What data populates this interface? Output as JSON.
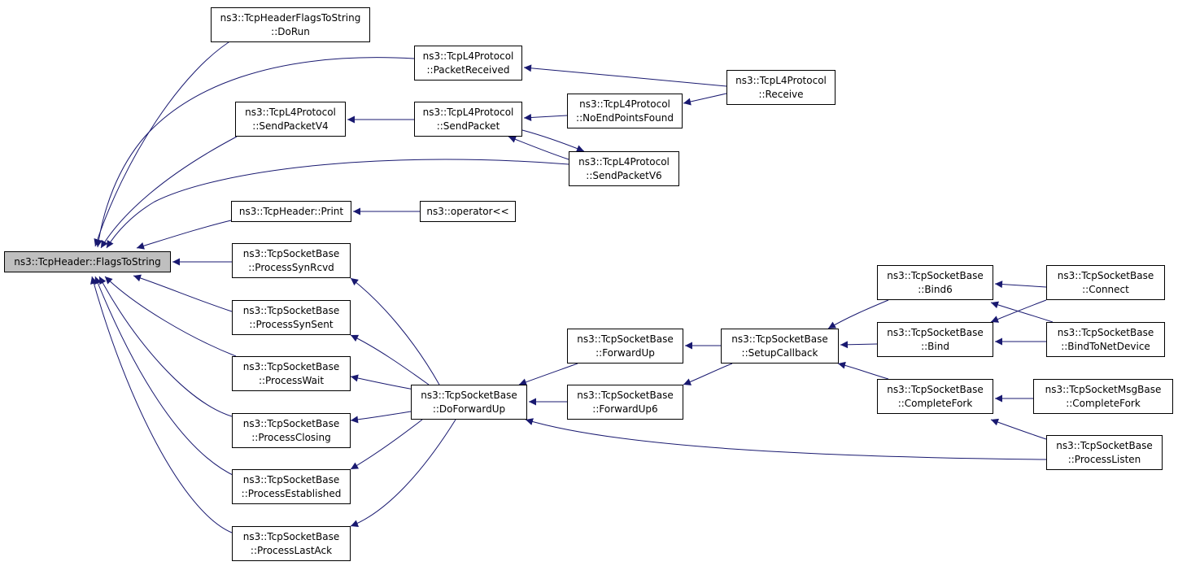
{
  "colors": {
    "edge": "#191970",
    "node_border": "#000000",
    "node_fill": "#ffffff",
    "root_fill": "#bfbfbf"
  },
  "nodes": [
    {
      "id": "root",
      "lines": [
        "ns3::TcpHeader::FlagsToString"
      ],
      "root": true
    },
    {
      "id": "dorun",
      "lines": [
        "ns3::TcpHeaderFlagsToString",
        "::DoRun"
      ]
    },
    {
      "id": "pktrecv",
      "lines": [
        "ns3::TcpL4Protocol",
        "::PacketReceived"
      ]
    },
    {
      "id": "receive",
      "lines": [
        "ns3::TcpL4Protocol",
        "::Receive"
      ]
    },
    {
      "id": "sendv4",
      "lines": [
        "ns3::TcpL4Protocol",
        "::SendPacketV4"
      ]
    },
    {
      "id": "sendpkt",
      "lines": [
        "ns3::TcpL4Protocol",
        "::SendPacket"
      ]
    },
    {
      "id": "noend",
      "lines": [
        "ns3::TcpL4Protocol",
        "::NoEndPointsFound"
      ]
    },
    {
      "id": "sendv6",
      "lines": [
        "ns3::TcpL4Protocol",
        "::SendPacketV6"
      ]
    },
    {
      "id": "print",
      "lines": [
        "ns3::TcpHeader::Print"
      ]
    },
    {
      "id": "operator",
      "lines": [
        "ns3::operator<<"
      ]
    },
    {
      "id": "synrcvd",
      "lines": [
        "ns3::TcpSocketBase",
        "::ProcessSynRcvd"
      ]
    },
    {
      "id": "synsent",
      "lines": [
        "ns3::TcpSocketBase",
        "::ProcessSynSent"
      ]
    },
    {
      "id": "wait",
      "lines": [
        "ns3::TcpSocketBase",
        "::ProcessWait"
      ]
    },
    {
      "id": "closing",
      "lines": [
        "ns3::TcpSocketBase",
        "::ProcessClosing"
      ]
    },
    {
      "id": "established",
      "lines": [
        "ns3::TcpSocketBase",
        "::ProcessEstablished"
      ]
    },
    {
      "id": "lastack",
      "lines": [
        "ns3::TcpSocketBase",
        "::ProcessLastAck"
      ]
    },
    {
      "id": "doforward",
      "lines": [
        "ns3::TcpSocketBase",
        "::DoForwardUp"
      ]
    },
    {
      "id": "forwardup",
      "lines": [
        "ns3::TcpSocketBase",
        "::ForwardUp"
      ]
    },
    {
      "id": "forwardup6",
      "lines": [
        "ns3::TcpSocketBase",
        "::ForwardUp6"
      ]
    },
    {
      "id": "setupcb",
      "lines": [
        "ns3::TcpSocketBase",
        "::SetupCallback"
      ]
    },
    {
      "id": "bind6",
      "lines": [
        "ns3::TcpSocketBase",
        "::Bind6"
      ]
    },
    {
      "id": "bind",
      "lines": [
        "ns3::TcpSocketBase",
        "::Bind"
      ]
    },
    {
      "id": "completefork",
      "lines": [
        "ns3::TcpSocketBase",
        "::CompleteFork"
      ]
    },
    {
      "id": "connect",
      "lines": [
        "ns3::TcpSocketBase",
        "::Connect"
      ]
    },
    {
      "id": "bindnet",
      "lines": [
        "ns3::TcpSocketBase",
        "::BindToNetDevice"
      ]
    },
    {
      "id": "msgfork",
      "lines": [
        "ns3::TcpSocketMsgBase",
        "::CompleteFork"
      ]
    },
    {
      "id": "listen",
      "lines": [
        "ns3::TcpSocketBase",
        "::ProcessListen"
      ]
    }
  ],
  "edges": [
    {
      "from": "dorun",
      "to": "root"
    },
    {
      "from": "pktrecv",
      "to": "root"
    },
    {
      "from": "sendv4",
      "to": "root"
    },
    {
      "from": "sendv6",
      "to": "root"
    },
    {
      "from": "print",
      "to": "root"
    },
    {
      "from": "synrcvd",
      "to": "root"
    },
    {
      "from": "synsent",
      "to": "root"
    },
    {
      "from": "wait",
      "to": "root"
    },
    {
      "from": "closing",
      "to": "root"
    },
    {
      "from": "established",
      "to": "root"
    },
    {
      "from": "lastack",
      "to": "root"
    },
    {
      "from": "receive",
      "to": "pktrecv"
    },
    {
      "from": "sendpkt",
      "to": "sendv4"
    },
    {
      "from": "noend",
      "to": "sendpkt"
    },
    {
      "from": "sendv6",
      "to": "sendpkt"
    },
    {
      "from": "sendpkt",
      "to": "sendv6"
    },
    {
      "from": "receive",
      "to": "noend"
    },
    {
      "from": "operator",
      "to": "print"
    },
    {
      "from": "doforward",
      "to": "synrcvd"
    },
    {
      "from": "doforward",
      "to": "synsent"
    },
    {
      "from": "doforward",
      "to": "wait"
    },
    {
      "from": "doforward",
      "to": "closing"
    },
    {
      "from": "doforward",
      "to": "established"
    },
    {
      "from": "doforward",
      "to": "lastack"
    },
    {
      "from": "forwardup",
      "to": "doforward"
    },
    {
      "from": "forwardup6",
      "to": "doforward"
    },
    {
      "from": "listen",
      "to": "doforward"
    },
    {
      "from": "setupcb",
      "to": "forwardup"
    },
    {
      "from": "setupcb",
      "to": "forwardup6"
    },
    {
      "from": "bind6",
      "to": "setupcb"
    },
    {
      "from": "bind",
      "to": "setupcb"
    },
    {
      "from": "completefork",
      "to": "setupcb"
    },
    {
      "from": "connect",
      "to": "bind6"
    },
    {
      "from": "bindnet",
      "to": "bind6"
    },
    {
      "from": "connect",
      "to": "bind"
    },
    {
      "from": "bindnet",
      "to": "bind"
    },
    {
      "from": "msgfork",
      "to": "completefork"
    },
    {
      "from": "listen",
      "to": "completefork"
    }
  ]
}
